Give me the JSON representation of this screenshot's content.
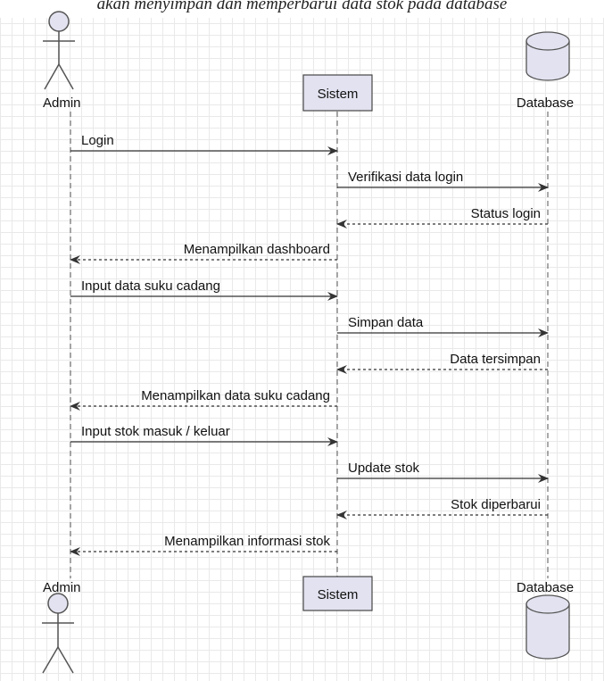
{
  "caption": "akan menyimpan dan memperbarui data stok pada database",
  "participants": [
    {
      "id": "admin",
      "label": "Admin",
      "kind": "actor"
    },
    {
      "id": "sistem",
      "label": "Sistem",
      "kind": "box"
    },
    {
      "id": "database",
      "label": "Database",
      "kind": "database"
    }
  ],
  "messages": [
    {
      "from": "admin",
      "to": "sistem",
      "label": "Login",
      "style": "solid"
    },
    {
      "from": "sistem",
      "to": "database",
      "label": "Verifikasi data login",
      "style": "solid"
    },
    {
      "from": "database",
      "to": "sistem",
      "label": "Status login",
      "style": "dashed"
    },
    {
      "from": "sistem",
      "to": "admin",
      "label": "Menampilkan dashboard",
      "style": "dashed"
    },
    {
      "from": "admin",
      "to": "sistem",
      "label": "Input data suku cadang",
      "style": "solid"
    },
    {
      "from": "sistem",
      "to": "database",
      "label": "Simpan data",
      "style": "solid"
    },
    {
      "from": "database",
      "to": "sistem",
      "label": "Data tersimpan",
      "style": "dashed"
    },
    {
      "from": "sistem",
      "to": "admin",
      "label": "Menampilkan data suku cadang",
      "style": "dashed"
    },
    {
      "from": "admin",
      "to": "sistem",
      "label": "Input stok masuk / keluar",
      "style": "solid"
    },
    {
      "from": "sistem",
      "to": "database",
      "label": "Update stok",
      "style": "solid"
    },
    {
      "from": "database",
      "to": "sistem",
      "label": "Stok diperbarui",
      "style": "dashed"
    },
    {
      "from": "sistem",
      "to": "admin",
      "label": "Menampilkan informasi stok",
      "style": "dashed"
    }
  ],
  "colors": {
    "line": "#555555",
    "participant_fill": "#e2e2f0",
    "participant_stroke": "#454545",
    "grid": "#e9e9ea"
  }
}
